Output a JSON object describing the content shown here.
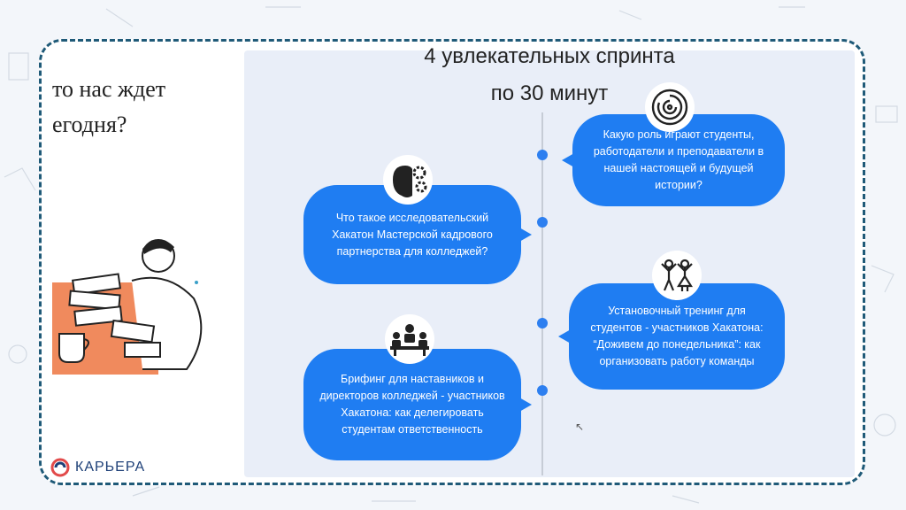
{
  "left": {
    "title_line1": "то нас ждет",
    "title_line2": "егодня?",
    "logo_text": "КАРЬЕРА"
  },
  "header": {
    "line1": "4 увлекательных спринта",
    "line2": "по 30 минут"
  },
  "sprints": [
    {
      "side": "right",
      "icon": "maze-icon",
      "text": "Какую роль играют студенты, работодатели и преподаватели в нашей настоящей и будущей истории?"
    },
    {
      "side": "left",
      "icon": "brain-gears-icon",
      "text": "Что такое исследовательский Хакатон Мастерской кадрового партнерства для колледжей?"
    },
    {
      "side": "right",
      "icon": "people-cheering-icon",
      "text": "Установочный тренинг для студентов - участников Хакатона: “Доживем до понедельника”: как организовать работу команды"
    },
    {
      "side": "left",
      "icon": "meeting-icon",
      "text": "Брифинг для наставников и директоров колледжей - участников Хакатона: как делегировать студентам ответственность"
    }
  ],
  "colors": {
    "bubble": "#1f7df2",
    "frame": "#1f5a78",
    "panel": "#e9eef8",
    "accent": "#f08a5d"
  }
}
